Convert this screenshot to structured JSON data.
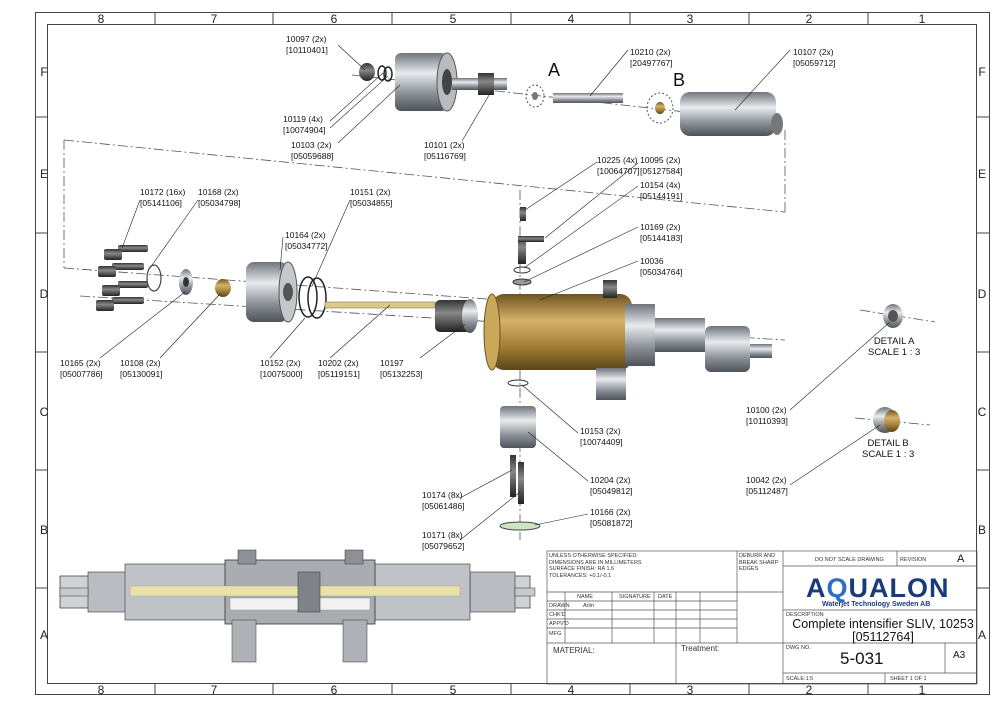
{
  "zones": {
    "columns": [
      "8",
      "7",
      "6",
      "5",
      "4",
      "3",
      "2",
      "1"
    ],
    "rows": [
      "F",
      "E",
      "D",
      "C",
      "B",
      "A"
    ]
  },
  "callouts": [
    {
      "part": "10097 (2x)",
      "ref": "[10110401]"
    },
    {
      "part": "10119 (4x)",
      "ref": "[10074904]"
    },
    {
      "part": "10103 (2x)",
      "ref": "[05059688]"
    },
    {
      "part": "10101 (2x)",
      "ref": "[05116769]"
    },
    {
      "part": "10210 (2x)",
      "ref": "[20497767]"
    },
    {
      "part": "10107 (2x)",
      "ref": "[05059712]"
    },
    {
      "part": "10225 (4x)",
      "ref": "[10064707]"
    },
    {
      "part": "10095 (2x)",
      "ref": "[05127584]"
    },
    {
      "part": "10154 (4x)",
      "ref": "[05144191]"
    },
    {
      "part": "10169 (2x)",
      "ref": "[05144183]"
    },
    {
      "part": "10036",
      "ref": "[05034764]"
    },
    {
      "part": "10172 (16x)",
      "ref": "[05141106]"
    },
    {
      "part": "10168 (2x)",
      "ref": "[05034798]"
    },
    {
      "part": "10151 (2x)",
      "ref": "[05034855]"
    },
    {
      "part": "10164 (2x)",
      "ref": "[05034772]"
    },
    {
      "part": "10165 (2x)",
      "ref": "[05007786]"
    },
    {
      "part": "10108 (2x)",
      "ref": "[05130091]"
    },
    {
      "part": "10152 (2x)",
      "ref": "[10075000]"
    },
    {
      "part": "10202 (2x)",
      "ref": "[05119151]"
    },
    {
      "part": "10197",
      "ref": "[05132253]"
    },
    {
      "part": "10153 (2x)",
      "ref": "[10074409]"
    },
    {
      "part": "10204 (2x)",
      "ref": "[05049812]"
    },
    {
      "part": "10174 (8x)",
      "ref": "[05061486]"
    },
    {
      "part": "10171 (8x)",
      "ref": "[05079652]"
    },
    {
      "part": "10166 (2x)",
      "ref": "[05081872]"
    },
    {
      "part": "10100 (2x)",
      "ref": "[10110393]"
    },
    {
      "part": "10042 (2x)",
      "ref": "[05112487]"
    }
  ],
  "detail_markers": {
    "a": "A",
    "b": "B"
  },
  "details": [
    {
      "title": "DETAIL A",
      "scale": "SCALE 1 : 3"
    },
    {
      "title": "DETAIL B",
      "scale": "SCALE 1 : 3"
    }
  ],
  "title_block": {
    "notes": [
      "UNLESS OTHERWISE SPECIFIED:",
      "DIMENSIONS ARE IN MILLIMETERS",
      "SURFACE FINISH: RA 1.6",
      "TOLERANCES: +0.1/-0.1"
    ],
    "deburr": [
      "DEBURR AND",
      "BREAK SHARP",
      "EDGES"
    ],
    "do_not_scale": "DO NOT SCALE DRAWING",
    "revision_label": "REVISION",
    "revision": "A",
    "col_name": "NAME",
    "col_signature": "SIGNATURE",
    "col_date": "DATE",
    "rows": [
      "DRAWN",
      "CHK'D",
      "APPV'D",
      "MFG"
    ],
    "drawn_by": "Arlin",
    "material_label": "MATERIAL:",
    "treatment_label": "Treatment:",
    "description_label": "DESCRIPTION",
    "description_line1": "Complete intensifier SLIV, 10253",
    "description_line2": "[05112764]",
    "dwg_no_label": "DWG NO.",
    "dwg_no": "5-031",
    "size": "A3",
    "scale_label": "SCALE:1:5",
    "sheet": "SHEET 1 OF 1"
  },
  "logo": {
    "name_a": "A",
    "name_q": "Q",
    "name_rest": "UALON",
    "subtitle": "Waterjet Technology Sweden AB"
  },
  "colors": {
    "brass": "#b8923e",
    "steel": "#9aa0a6",
    "brand": "#1b3a7a"
  }
}
